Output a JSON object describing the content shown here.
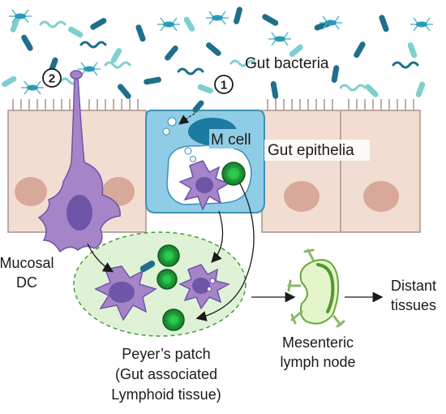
{
  "labels": {
    "gut_bacteria": "Gut bacteria",
    "m_cell": "M cell",
    "gut_epithelia": "Gut epithelia",
    "mucosal_dc_line1": "Mucosal",
    "mucosal_dc_line2": "DC",
    "peyers_line1": "Peyer’s patch",
    "peyers_line2": "(Gut associated",
    "peyers_line3": "Lymphoid tissue)",
    "mesenteric_line1": "Mesenteric",
    "mesenteric_line2": "lymph node",
    "distant_line1": "Distant",
    "distant_line2": "tissues"
  },
  "steps": {
    "one": "1",
    "two": "2"
  },
  "colors": {
    "epithelium": "#f2ddd2",
    "epithelium_border": "#a8948a",
    "nucleus": "#d8a89a",
    "m_cell": "#8fcde6",
    "m_cell_border": "#3f8fb5",
    "m_cell_nucleus": "#1d7aa0",
    "dendritic_cell": "#a585c8",
    "dendritic_nucleus": "#6f55a8",
    "peyers_patch": "#dff2d6",
    "lymphocyte": "#1f9a3a",
    "bacteria_dark": "#1f6f8a",
    "bacteria_light": "#7fcfcf"
  }
}
